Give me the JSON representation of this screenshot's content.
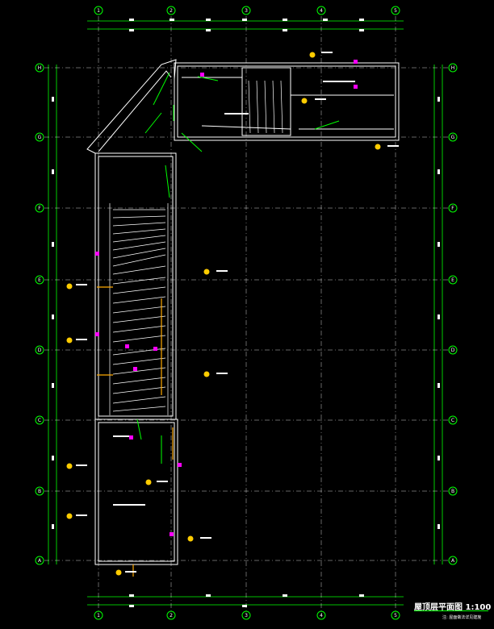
{
  "drawing": {
    "title": "屋顶层平面图 1:100",
    "note": "注: 屋面做法详见建施"
  },
  "grid": {
    "columns": [
      "1",
      "2",
      "3",
      "4",
      "5"
    ],
    "rows": [
      "A",
      "B",
      "C",
      "D",
      "E",
      "F",
      "G",
      "H"
    ]
  },
  "colors": {
    "background": "#000000",
    "axis": "#00ff00",
    "grid_line": "#ffffff",
    "wall": "#ffffff",
    "dimension": "#00ff00",
    "drain": "#ff00ff",
    "annotation": "#ffaa00",
    "label_bubble": "#ffcc00"
  }
}
